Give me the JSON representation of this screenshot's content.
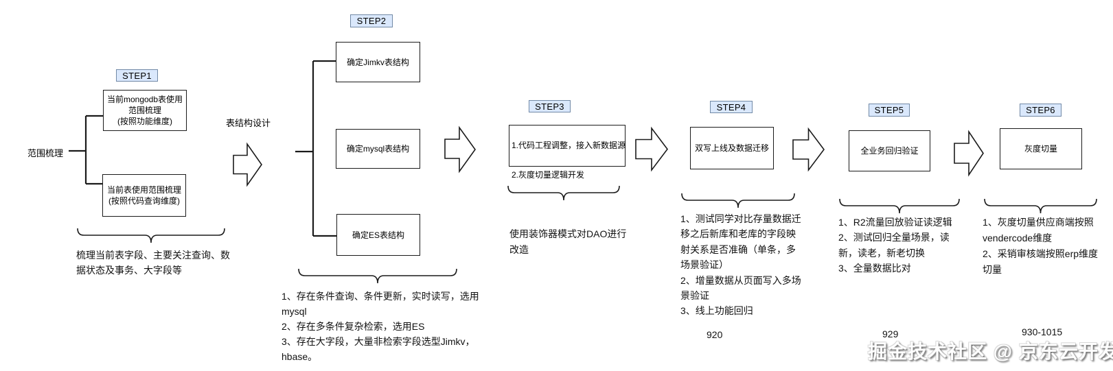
{
  "watermark": "掘金技术社区 @ 京东云开发者",
  "steps": {
    "s1": {
      "tag": "STEP1",
      "side_label": "范围梳理",
      "box1": "当前mongodb表使用\n范围梳理\n(按照功能维度)",
      "box2": "当前表使用范围梳理\n(按照代码查询维度)",
      "note": "梳理当前表字段、主要关注查询、数据状态及事务、大字段等"
    },
    "s2": {
      "tag": "STEP2",
      "arrow_label": "表结构设计",
      "box1": "确定Jimkv表结构",
      "box2": "确定mysql表结构",
      "box3": "确定ES表结构",
      "notes": [
        "1、存在条件查询、条件更新，实时读写，选用mysql",
        "2、存在多条件复杂检索，选用ES",
        "3、存在大字段，大量非检索字段选型Jimkv，hbase。"
      ]
    },
    "s3": {
      "tag": "STEP3",
      "box_line1": "1.代码工程调整，接入新数据源",
      "box_line2": "2.灰度切量逻辑开发",
      "note": "使用装饰器模式对DAO进行改造"
    },
    "s4": {
      "tag": "STEP4",
      "box": "双写上线及数据迁移",
      "notes": [
        "1、测试同学对比存量数据迁移之后新库和老库的字段映射关系是否准确（单条，多场景验证）",
        "2、增量数据从页面写入多场景验证",
        "3、线上功能回归"
      ],
      "date": "920"
    },
    "s5": {
      "tag": "STEP5",
      "box": "全业务回归验证",
      "notes": [
        "1、R2流量回放验证读逻辑",
        "2、测试回归全量场景，读新，读老，新老切换",
        "3、全量数据比对"
      ],
      "date": "929"
    },
    "s6": {
      "tag": "STEP6",
      "box": "灰度切量",
      "notes": [
        "1、灰度切量供应商端按照vendercode维度",
        "2、采销审核端按照erp维度切量"
      ],
      "date": "930-1015"
    }
  }
}
